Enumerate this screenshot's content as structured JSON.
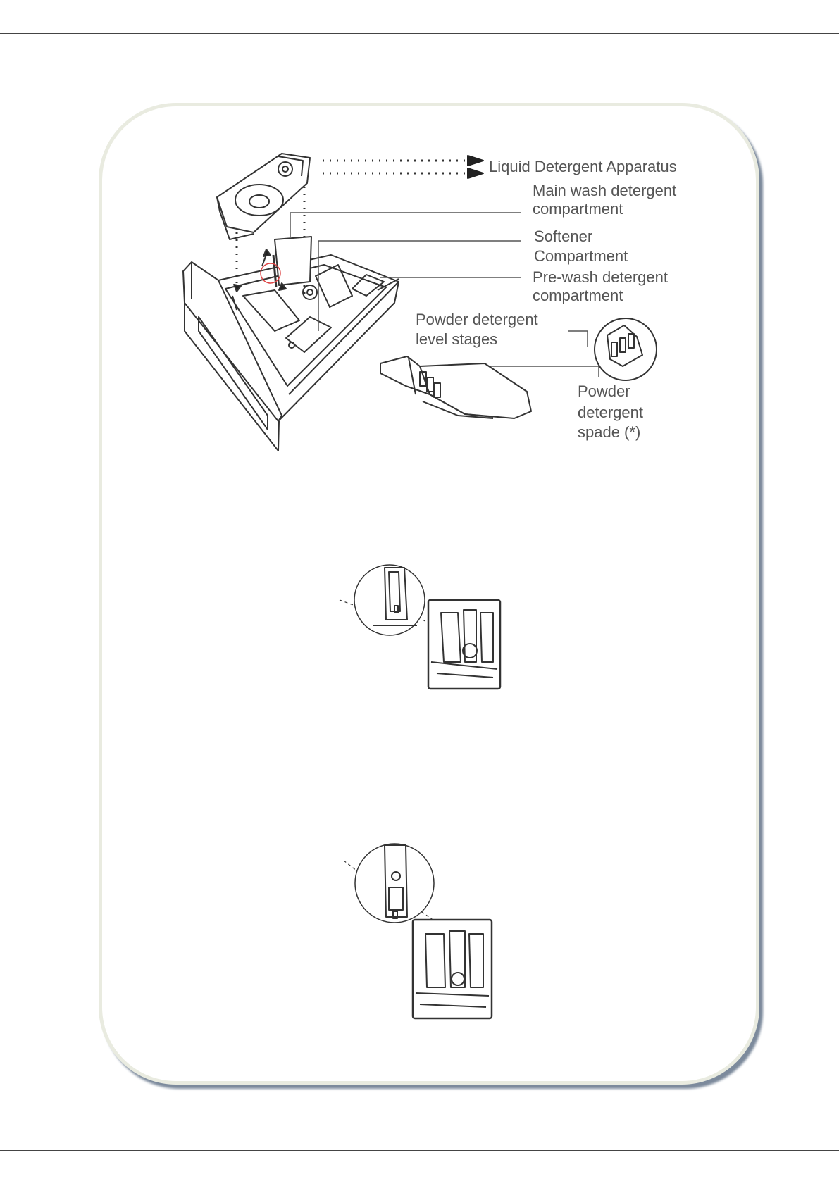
{
  "labels": {
    "liquid": "Liquid Detergent Apparatus",
    "main_l1": "Main wash detergent",
    "main_l2": "compartment",
    "soft_l1": "Softener",
    "soft_l2": "Compartment",
    "pre_l1": "Pre-wash detergent",
    "pre_l2": "compartment",
    "pow_l1": "Powder detergent",
    "pow_l2": "level stages",
    "spade_l1": "Powder",
    "spade_l2": "detergent",
    "spade_l3": "spade (*)"
  },
  "icons": [
    "dispenser-drawer-exploded",
    "powder-spade",
    "siphon-detail-1",
    "siphon-detail-2"
  ],
  "colors": {
    "frame": "#e9ebe0",
    "shadow": "#7c8a9c",
    "text": "#555555",
    "line": "#333333",
    "highlight": "#d44"
  }
}
